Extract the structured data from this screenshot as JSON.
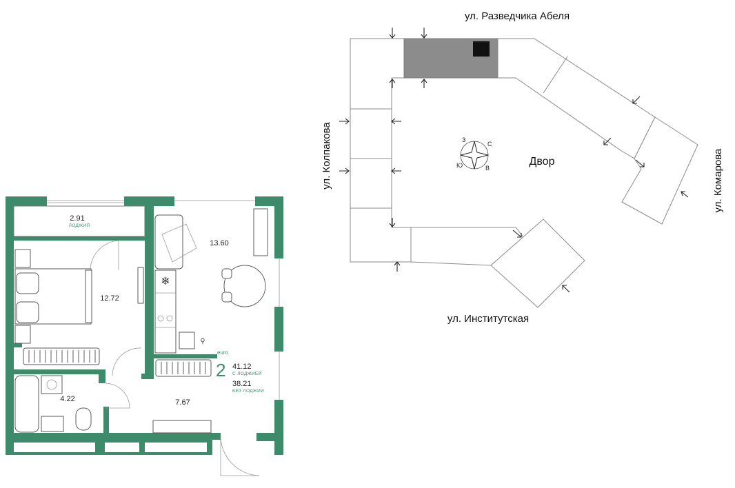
{
  "floorplan": {
    "rooms": [
      {
        "id": "loggia",
        "area": "2.91",
        "label": "ЛОДЖИЯ"
      },
      {
        "id": "bedroom",
        "area": "12.72"
      },
      {
        "id": "kitchen_living",
        "area": "13.60"
      },
      {
        "id": "bathroom",
        "area": "4.22"
      },
      {
        "id": "hallway",
        "area": "7.67"
      }
    ],
    "summary": {
      "type_label": "euro",
      "rooms_count": "2",
      "area_with_loggia": "41.12",
      "with_loggia_label": "С ЛОДЖИЕЙ",
      "area_without_loggia": "38.21",
      "without_loggia_label": "БЕЗ ЛОДЖИИ"
    }
  },
  "siteplan": {
    "streets": {
      "north": "ул. Разведчика Абеля",
      "west": "ул. Колпакова",
      "east": "ул. Комарова",
      "south": "ул. Институтская"
    },
    "courtyard_label": "Двор",
    "compass": {
      "n": "С",
      "e": "В",
      "s": "Ю",
      "w": "З"
    }
  },
  "colors": {
    "wall": "#3e8b6b",
    "highlight": "#8c8c8c",
    "accent": "#3e8b6b"
  }
}
